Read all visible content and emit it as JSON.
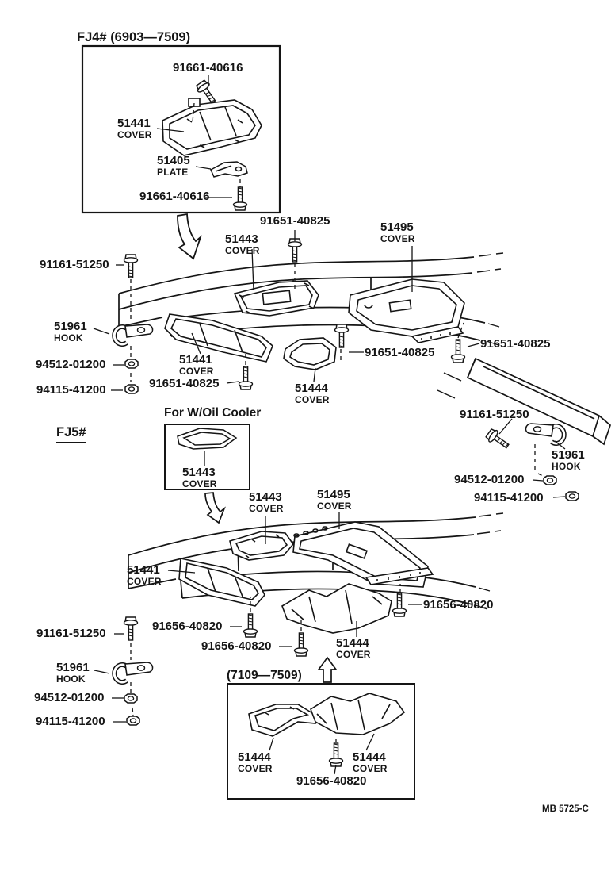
{
  "page": {
    "background": "#ffffff",
    "ink": "#151515"
  },
  "sections": {
    "fj4_header": "FJ4# (6903—7509)",
    "fj5_header": "FJ5#",
    "oil_cooler_note": "For W/Oil Cooler",
    "late_range_header": "(7109—7509)",
    "doc_code": "MB 5725-C"
  },
  "callouts": [
    {
      "part": "91661-40616",
      "sub": ""
    },
    {
      "part": "51441",
      "sub": "COVER"
    },
    {
      "part": "51405",
      "sub": "PLATE"
    },
    {
      "part": "91661-40616",
      "sub": ""
    },
    {
      "part": "91651-40825",
      "sub": ""
    },
    {
      "part": "51443",
      "sub": "COVER"
    },
    {
      "part": "51495",
      "sub": "COVER"
    },
    {
      "part": "91161-51250",
      "sub": ""
    },
    {
      "part": "51961",
      "sub": "HOOK"
    },
    {
      "part": "94512-01200",
      "sub": ""
    },
    {
      "part": "94115-41200",
      "sub": ""
    },
    {
      "part": "51441",
      "sub": "COVER"
    },
    {
      "part": "91651-40825",
      "sub": ""
    },
    {
      "part": "51444",
      "sub": "COVER"
    },
    {
      "part": "91651-40825",
      "sub": ""
    },
    {
      "part": "91651-40825",
      "sub": ""
    },
    {
      "part": "91161-51250",
      "sub": ""
    },
    {
      "part": "51961",
      "sub": "HOOK"
    },
    {
      "part": "94512-01200",
      "sub": ""
    },
    {
      "part": "94115-41200",
      "sub": ""
    },
    {
      "part": "51443",
      "sub": "COVER"
    },
    {
      "part": "51443",
      "sub": "COVER"
    },
    {
      "part": "51495",
      "sub": "COVER"
    },
    {
      "part": "51441",
      "sub": "COVER"
    },
    {
      "part": "91656-40820",
      "sub": ""
    },
    {
      "part": "91656-40820",
      "sub": ""
    },
    {
      "part": "51444",
      "sub": "COVER"
    },
    {
      "part": "91656-40820",
      "sub": ""
    },
    {
      "part": "91161-51250",
      "sub": ""
    },
    {
      "part": "51961",
      "sub": "HOOK"
    },
    {
      "part": "94512-01200",
      "sub": ""
    },
    {
      "part": "94115-41200",
      "sub": ""
    },
    {
      "part": "51444",
      "sub": "COVER"
    },
    {
      "part": "51444",
      "sub": "COVER"
    },
    {
      "part": "91656-40820",
      "sub": ""
    }
  ]
}
